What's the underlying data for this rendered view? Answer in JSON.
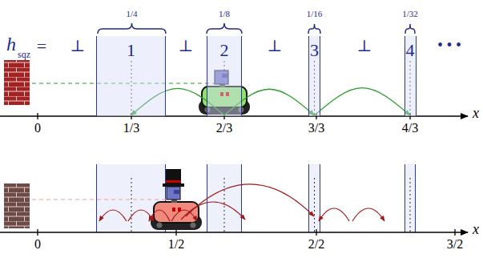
{
  "diagram": {
    "nodes": [
      {
        "text": [
          "1"
        ]
      },
      {
        "text": [
          "2"
        ]
      },
      {
        "text": [
          "3"
        ]
      },
      {
        "text": [
          "4"
        ]
      }
    ],
    "edges": [
      {
        "from": 1,
        "to": 0,
        "arrow": "to"
      },
      {
        "from": 1,
        "to": 2,
        "arrow": "to"
      },
      {
        "from": 2,
        "to": 3,
        "arrow": "to"
      }
    ],
    "labels": [
      "h",
      "sqz",
      "=",
      "⊥",
      "⊥",
      "⊥",
      "⊥",
      "1/4",
      "1/8",
      "1/16",
      "1/32",
      "•••",
      "x",
      "0",
      "1/3",
      "2/3",
      "3/3",
      "4/3",
      "x",
      "0",
      "1/2",
      "2/2",
      "3/2"
    ]
  }
}
